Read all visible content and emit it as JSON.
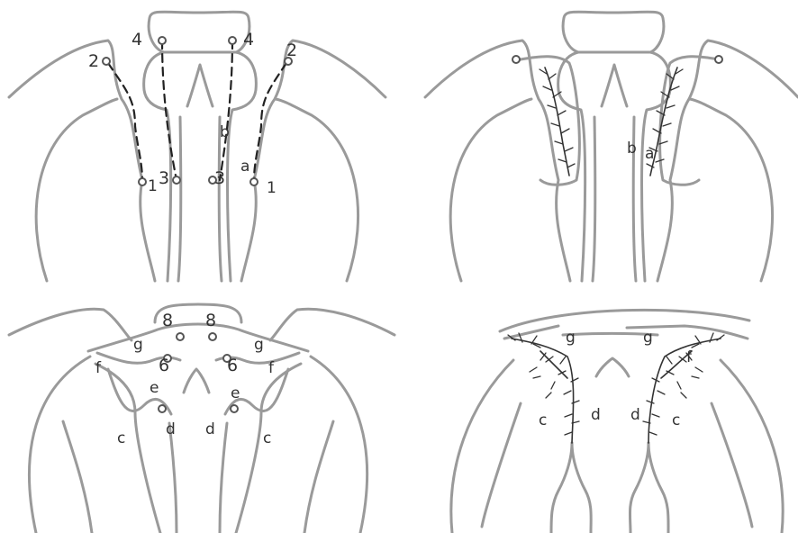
{
  "panels": {
    "top_left": {
      "labels": [
        "1",
        "1",
        "2",
        "2",
        "3",
        "3",
        "4",
        "4",
        "a",
        "b"
      ]
    },
    "top_right": {
      "labels": [
        "b",
        "a"
      ]
    },
    "bottom_left": {
      "labels": [
        "8",
        "8",
        "g",
        "g",
        "6",
        "6",
        "f",
        "f",
        "e",
        "e",
        "d",
        "d",
        "c",
        "c"
      ]
    },
    "bottom_right": {
      "labels": [
        "g",
        "g",
        "f",
        "c",
        "d",
        "d",
        "c"
      ]
    }
  }
}
